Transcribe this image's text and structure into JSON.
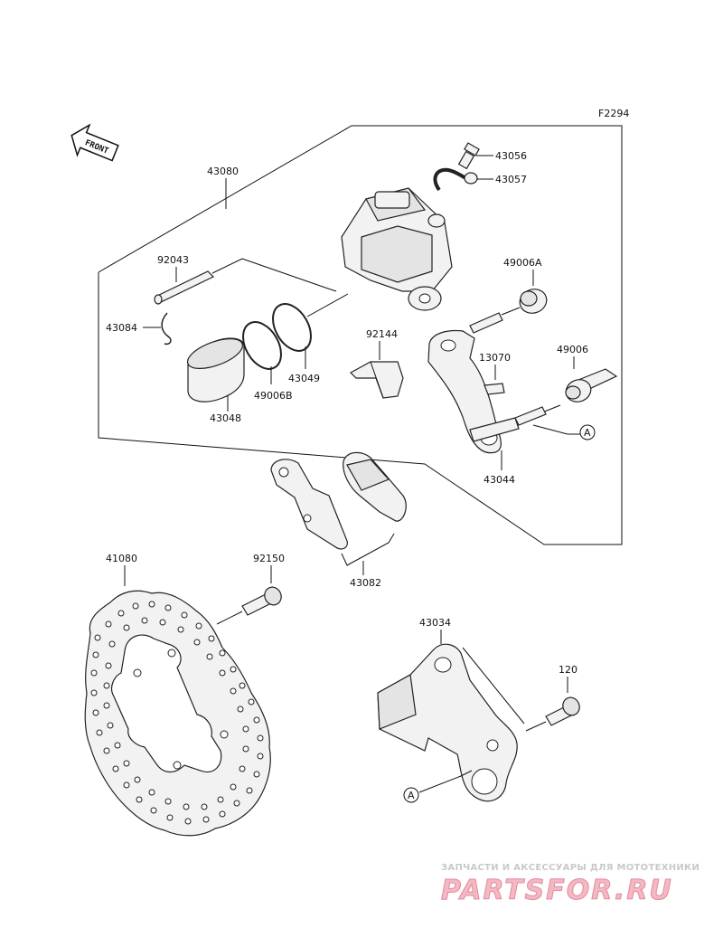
{
  "figure_code": "F2294",
  "front_label": "FRONT",
  "labels": {
    "p43056": "43056",
    "p43057": "43057",
    "p43080": "43080",
    "p92043": "92043",
    "p49006A": "49006A",
    "p43084": "43084",
    "p92144": "92144",
    "p13070": "13070",
    "p49006": "49006",
    "p43049": "43049",
    "p49006B": "49006B",
    "p43048": "43048",
    "p43044": "43044",
    "p43082": "43082",
    "p41080": "41080",
    "p92150": "92150",
    "p43034": "43034",
    "p120": "120"
  },
  "ref_marker": "A",
  "watermark": {
    "tagline": "ЗАПЧАСТИ И АКСЕССУАРЫ ДЛЯ МОТОТЕХНИКИ",
    "brand": "PARTSFOR.RU"
  }
}
